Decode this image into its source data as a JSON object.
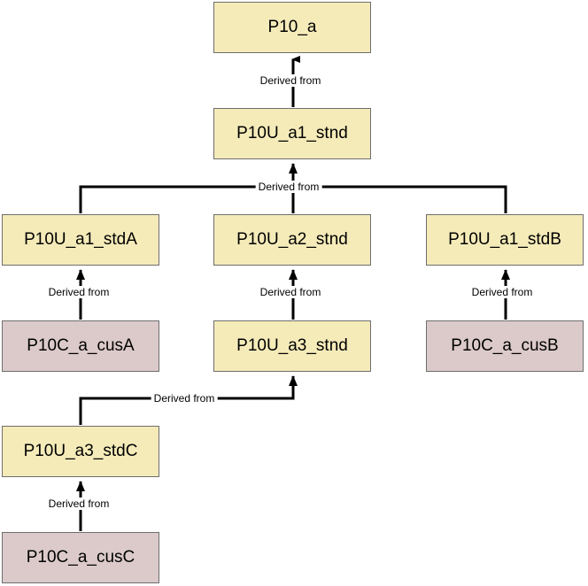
{
  "nodes": {
    "p10_a": "P10_a",
    "p10u_a1_stnd": "P10U_a1_stnd",
    "p10u_a1_stda": "P10U_a1_stdA",
    "p10u_a2_stnd": "P10U_a2_stnd",
    "p10u_a1_stdb": "P10U_a1_stdB",
    "p10c_a_cusa": "P10C_a_cusA",
    "p10u_a3_stnd": "P10U_a3_stnd",
    "p10c_a_cusb": "P10C_a_cusB",
    "p10u_a3_stdc": "P10U_a3_stdC",
    "p10c_a_cusc": "P10C_a_cusC"
  },
  "edge_label": "Derived from",
  "colors": {
    "standard": "#f5ebb9",
    "customer": "#dccaca",
    "line": "#000000"
  }
}
